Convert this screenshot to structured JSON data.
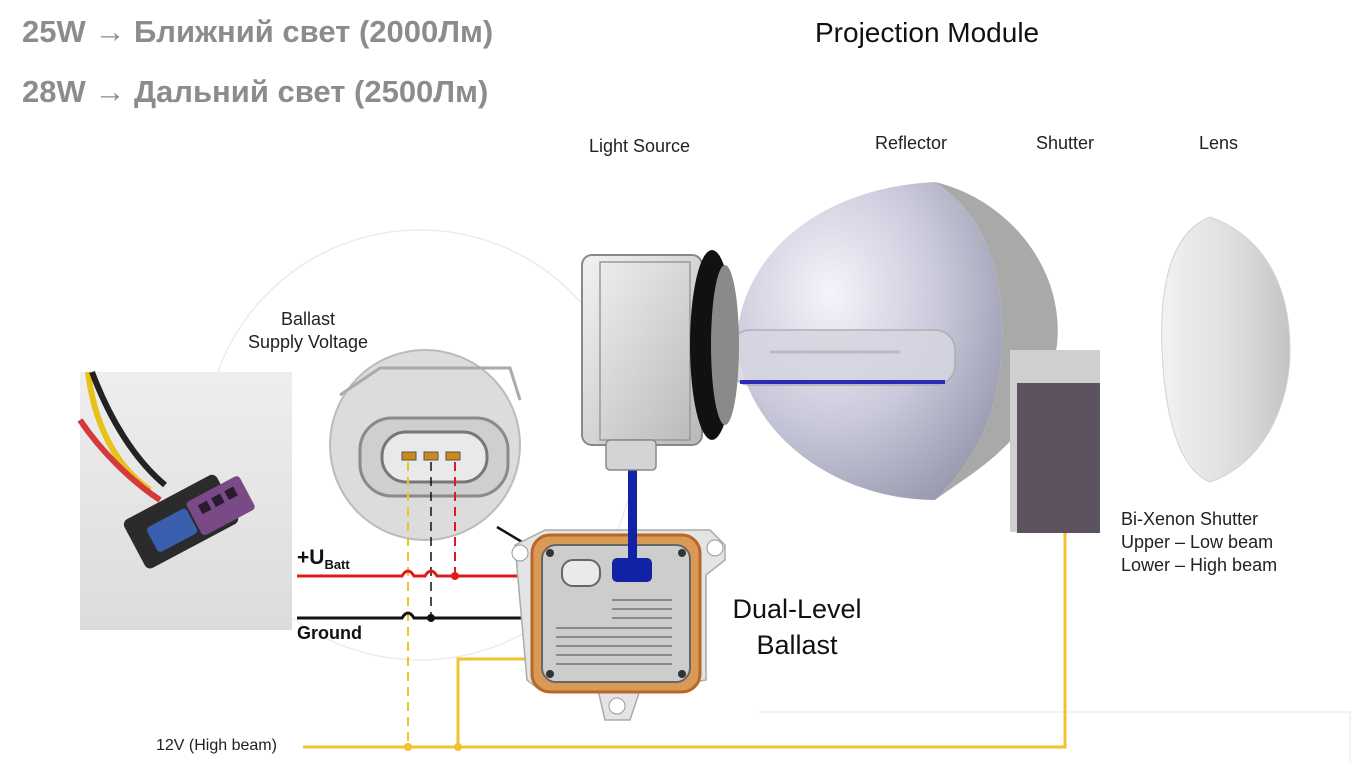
{
  "headlines": {
    "line1": "25W → Ближний свет (2000Лм)",
    "line2": "28W → Дальний свет (2500Лм)"
  },
  "module": {
    "title": "Projection Module",
    "light_source": "Light Source",
    "reflector": "Reflector",
    "shutter": "Shutter",
    "lens": "Lens"
  },
  "shutter_note": {
    "line1": "Bi-Xenon Shutter",
    "line2": "Upper – Low beam",
    "line3": "Lower – High beam"
  },
  "ballast_supply": {
    "line1": "Ballast",
    "line2": "Supply Voltage"
  },
  "ballast": {
    "line1": "Dual-Level",
    "line2": "Ballast"
  },
  "wires": {
    "ubatt_main": "+U",
    "ubatt_sub": "Batt",
    "ground": "Ground",
    "high_beam": "12V (High beam)"
  },
  "colors": {
    "positive": "#dd1b1b",
    "ground": "#111111",
    "signal": "#f2c12e",
    "lamp_link": "#1222a6"
  }
}
